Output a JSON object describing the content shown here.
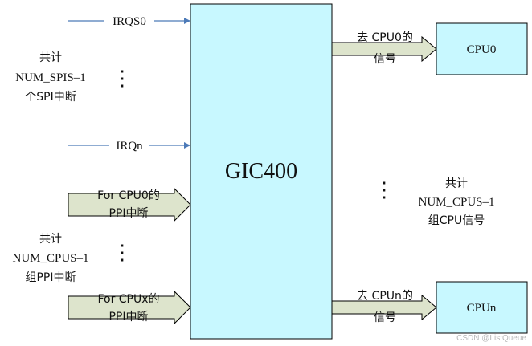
{
  "gic": {
    "label": "GIC400",
    "fill": "#c8f8ff"
  },
  "cpu_box_fill": "#c8f8ff",
  "arrow_fill": "#dde4cc",
  "line_color": "#4c7ab8",
  "inputs": {
    "irq0": "IRQS0",
    "irqn": "IRQn",
    "spi_total": [
      "共计",
      "NUM_SPIS–1",
      "个SPI中断"
    ],
    "ppi0": [
      "For CPU0的",
      "PPI中断"
    ],
    "ppi_total": [
      "共计",
      "NUM_CPUS–1",
      "组PPI中断"
    ],
    "ppix": [
      "For CPUx的",
      "PPI中断"
    ]
  },
  "outputs": {
    "cpu0_signal": [
      "去 CPU0的",
      "信号"
    ],
    "cpu_total": [
      "共计",
      "NUM_CPUS–1",
      "组CPU信号"
    ],
    "cpun_signal": [
      "去 CPUn的",
      "信号"
    ]
  },
  "cpus": {
    "cpu0": "CPU0",
    "cpun": "CPUn"
  },
  "ellipsis": "⋮",
  "watermark": "CSDN @ListQueue"
}
